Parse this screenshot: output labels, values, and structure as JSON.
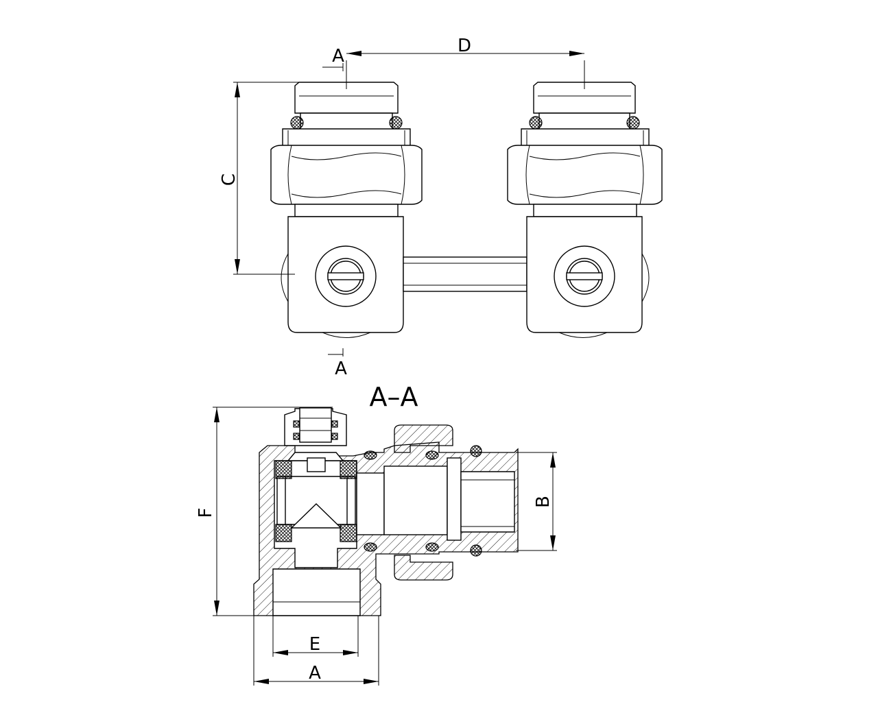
{
  "drawing": {
    "section_title": "A–A",
    "dimensions": {
      "A_top": "A",
      "A_bottom_marker": "A",
      "D": "D",
      "C": "C",
      "F": "F",
      "B": "B",
      "E": "E",
      "A_section": "A"
    }
  }
}
